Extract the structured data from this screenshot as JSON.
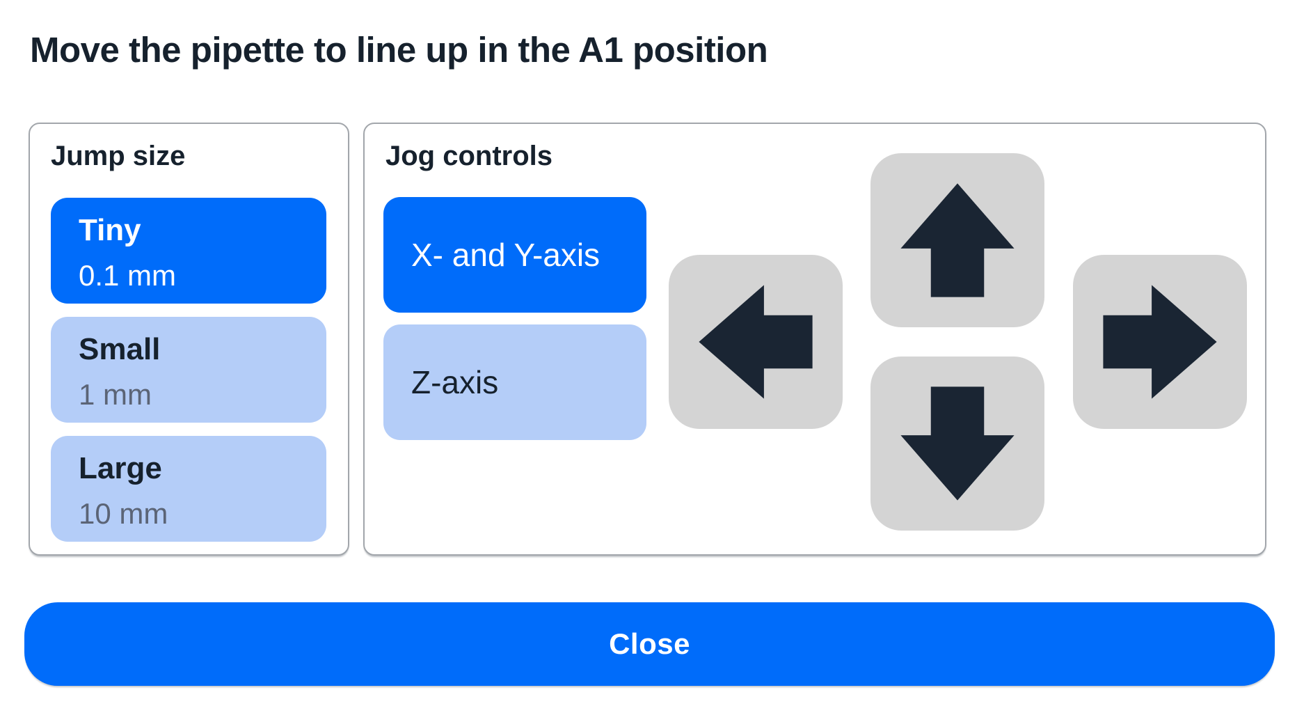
{
  "title": "Move the pipette to line up in the A1 position",
  "jump_size": {
    "heading": "Jump size",
    "options": [
      {
        "label": "Tiny",
        "value": "0.1 mm",
        "selected": true
      },
      {
        "label": "Small",
        "value": "1 mm",
        "selected": false
      },
      {
        "label": "Large",
        "value": "10 mm",
        "selected": false
      }
    ]
  },
  "jog_controls": {
    "heading": "Jog controls",
    "axes": [
      {
        "label": "X- and Y-axis",
        "selected": true
      },
      {
        "label": "Z-axis",
        "selected": false
      }
    ],
    "arrow_buttons": [
      "up",
      "left",
      "right",
      "down"
    ]
  },
  "footer": {
    "close_label": "Close"
  },
  "colors": {
    "accent_blue": "#006cfa",
    "light_blue": "#b4cdf8",
    "button_gray": "#d4d4d4",
    "dark_navy": "#16212d",
    "muted_value_text": "#5b6476",
    "panel_border": "#a2a6ab"
  }
}
